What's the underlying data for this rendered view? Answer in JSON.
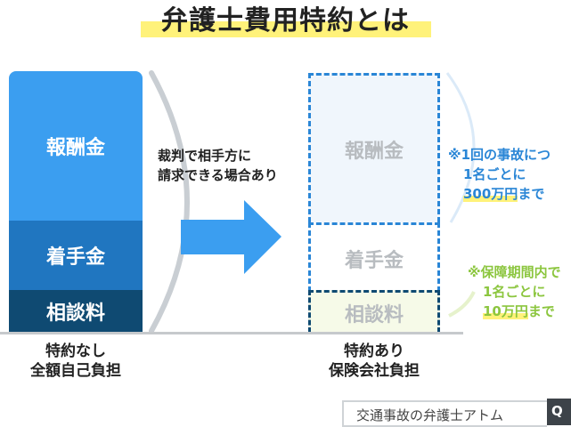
{
  "title": "弁護士費用特約とは",
  "left_bar": {
    "reward": "報酬金",
    "retainer": "着手金",
    "consultation": "相談料",
    "label_line1": "特約なし",
    "label_line2": "全額自己負担"
  },
  "middle": {
    "line1": "裁判で相手方に",
    "line2": "請求できる場合あり"
  },
  "right_bar": {
    "reward": "報酬金",
    "retainer": "着手金",
    "consultation": "相談料",
    "label_line1": "特約あり",
    "label_line2": "保険会社負担"
  },
  "note_lawyer": {
    "line1": "※1回の事故につ",
    "line2": "1名ごとに",
    "amount": "300万円",
    "suffix": "まで"
  },
  "note_consult": {
    "line1": "※保障期間内で",
    "line2": "1名ごとに",
    "amount": "10万円",
    "suffix": "まで"
  },
  "watermark": {
    "text": "交通事故の弁護士アトム",
    "tab": "Q"
  },
  "colors": {
    "reward": "#3b9ef0",
    "retainer": "#2076c0",
    "consultation": "#0f4a72",
    "arrow": "#3b9ef0",
    "highlight": "#fff27a",
    "note_blue": "#2a86d6",
    "note_green": "#8cc63f"
  }
}
